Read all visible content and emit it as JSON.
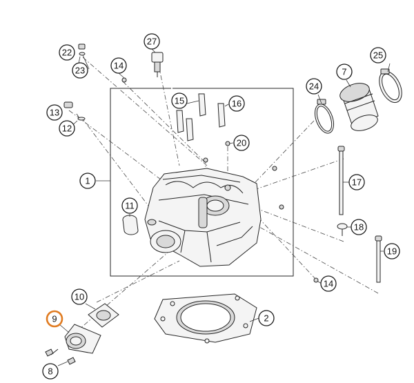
{
  "callouts": {
    "c1": "1",
    "c2": "2",
    "c7": "7",
    "c8": "8",
    "c9": "9",
    "c10": "10",
    "c11": "11",
    "c12": "12",
    "c13": "13",
    "c14a": "14",
    "c14b": "14",
    "c15": "15",
    "c16": "16",
    "c17": "17",
    "c18": "18",
    "c19": "19",
    "c20": "20",
    "c22": "22",
    "c23": "23",
    "c24": "24",
    "c25": "25",
    "c27": "27"
  },
  "colors": {
    "highlight": "#e07a1f",
    "line": "#222222"
  }
}
